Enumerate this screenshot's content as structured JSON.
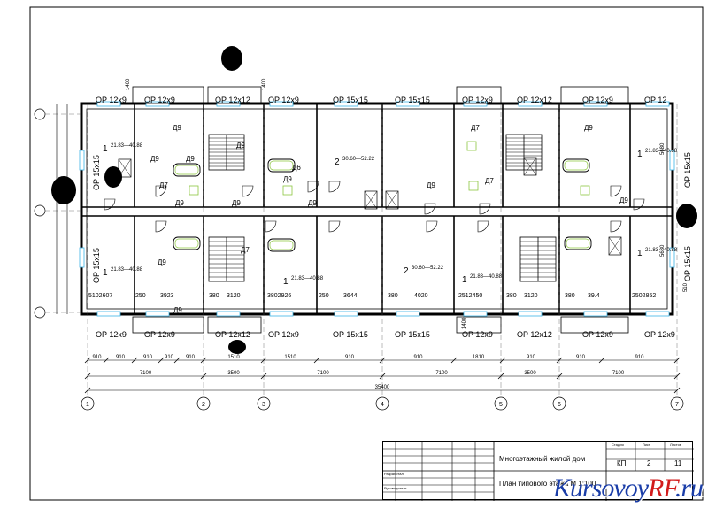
{
  "drawing": {
    "windows_top": [
      "OP 12x9",
      "OP 12x9",
      "OP 12x12",
      "OP 12x9",
      "OP 15x15",
      "OP 15x15",
      "OP 12x9",
      "OP 12x12",
      "OP 12x9",
      "OP 12"
    ],
    "windows_bottom": [
      "OP 12x9",
      "OP 12x9",
      "OP 12x12",
      "OP 12x9",
      "OP 15x15",
      "OP 15x15",
      "OP 12x9",
      "OP 12x12",
      "OP 12x9",
      "OP 12x9"
    ],
    "windows_side": [
      "OP 15x15",
      "OP 15x15",
      "OP 15x15",
      "OP 15x15"
    ],
    "doors": [
      "Д9",
      "Д9",
      "Д9",
      "Д7",
      "Д9",
      "Д9",
      "Д6",
      "Д9",
      "Д9",
      "Д9",
      "Д9",
      "Д7",
      "Д7",
      "Д9",
      "Д9",
      "Д9",
      "Д7",
      "Д9"
    ],
    "apartments": [
      {
        "rooms": "1",
        "areas": "21.83—40.88"
      },
      {
        "rooms": "2",
        "areas": "30.60—52.22"
      },
      {
        "rooms": "2",
        "areas": "30.60—52.22"
      },
      {
        "rooms": "1",
        "areas": "21.83—40.88"
      },
      {
        "rooms": "1",
        "areas": "21.83—40.88"
      },
      {
        "rooms": "1",
        "areas": "21.83—40.88"
      },
      {
        "rooms": "1",
        "areas": "21.83—40.88"
      },
      {
        "rooms": "1",
        "areas": "21.83—40.88"
      }
    ],
    "inner_dims": [
      "5102607",
      "250",
      "3923",
      "380",
      "3120",
      "3802926",
      "250",
      "3644",
      "380",
      "4020",
      "2512450",
      "380",
      "3120",
      "380",
      "39.4",
      "2502852"
    ],
    "dim_row1": [
      "910",
      "910",
      "910",
      "910",
      "910",
      "1510",
      "1510",
      "910",
      "910",
      "1810",
      "910",
      "910",
      "910"
    ],
    "dim_row2": [
      "7100",
      "3500",
      "7100",
      "7100",
      "3500",
      "7100"
    ],
    "dim_total": "35400",
    "axis_marks": [
      "1",
      "2",
      "3",
      "4",
      "5",
      "6",
      "7"
    ],
    "side_dims": [
      "1400",
      "1400",
      "1400",
      "5680",
      "5680",
      "510"
    ]
  },
  "title_block": {
    "project_title": "Многоэтажный жилой дом",
    "sheet_title": "План типового этажа М 1:100",
    "code": "КП",
    "stage_header": "Стадия",
    "sheet_header": "Лист",
    "sheets_header": "Листов",
    "sheet": "2",
    "sheets": "11",
    "developed": "Разработал",
    "supervisor": "Руководитель"
  },
  "watermark": {
    "part1": "Kursovoy",
    "part2": "RF",
    "part3": ".ru"
  },
  "colors": {
    "line": "#000000",
    "wall_fill": "#ffffff",
    "accent_green": "#8cc63f",
    "window_cyan": "#3cb4e6",
    "watermark_blue": "#1a3da8",
    "watermark_red": "#d21b1b"
  }
}
